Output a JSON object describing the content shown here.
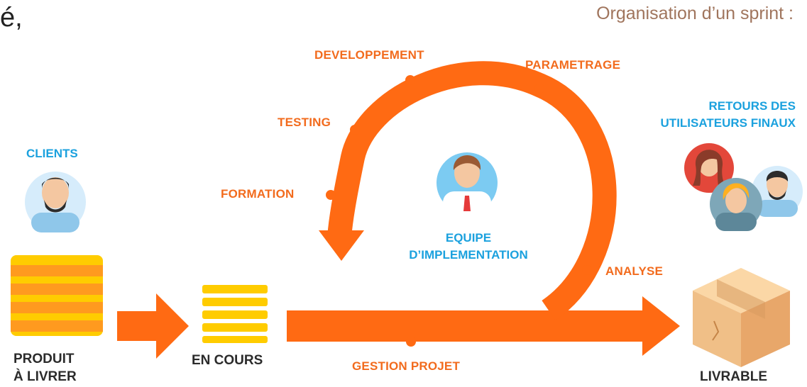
{
  "top_left_fragment": "é,",
  "sprint_title": "Organisation d’un sprint :",
  "cycle_steps": {
    "developpement": "DEVELOPPEMENT",
    "parametrage": "PARAMETRAGE",
    "testing": "TESTING",
    "formation": "FORMATION",
    "analyse": "ANALYSE",
    "gestion_projet": "GESTION PROJET"
  },
  "clients_label": "CLIENTS",
  "team_label": [
    "EQUIPE",
    "D’IMPLEMENTATION"
  ],
  "feedback_label": [
    "RETOURS DES",
    "UTILISATEURS FINAUX"
  ],
  "stages": {
    "produit": [
      "PRODUIT",
      "À LIVRER"
    ],
    "en_cours": "EN COURS",
    "livrable": "LIVRABLE"
  },
  "colors": {
    "flow_orange": "#ff6a13",
    "label_orange": "#f26b1d",
    "label_blue": "#1ba1de",
    "yellow": "#ffcc00",
    "box_brown": "#f0bf87",
    "sprint_title": "#a0755d"
  },
  "icons": [
    "user-avatar-icon",
    "package-box-icon",
    "arrow-right-icon",
    "backlog-stack-icon"
  ]
}
